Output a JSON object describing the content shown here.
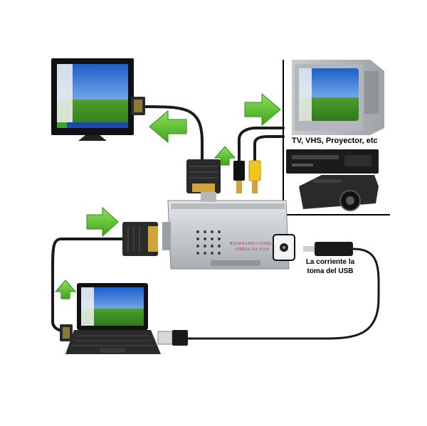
{
  "labels": {
    "tv_outputs": "TV, VHS, Proyector, etc",
    "usb_power_line1": "La corriente la",
    "usb_power_line2": "toma del USB",
    "converter_line1": "VIDEO CONVERTER",
    "converter_line2": "VGA TO VIDEO"
  },
  "colors": {
    "arrow_green": "#5dc22b",
    "cable_black": "#1a1a1a",
    "rca_yellow": "#f2c51a",
    "converter_silver": "#c9cdd2",
    "frame_line": "#000000"
  },
  "icons": [
    "flat-screen-tv-icon",
    "crt-tv-icon",
    "vhs-player-icon",
    "projector-icon",
    "laptop-icon",
    "vga-converter-icon",
    "usb-plug-icon",
    "dc-power-plug-icon"
  ]
}
